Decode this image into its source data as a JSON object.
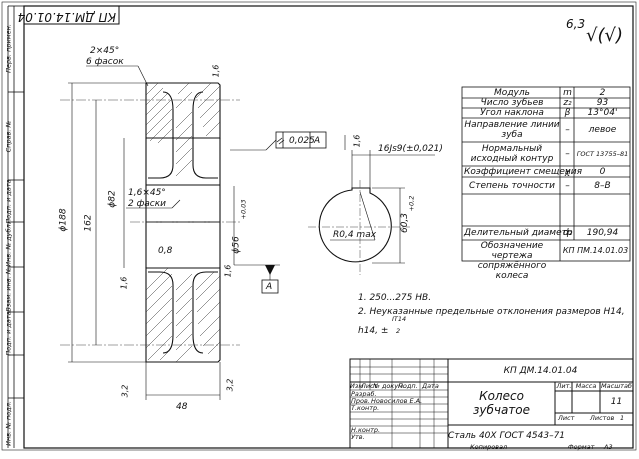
{
  "doc_code_top": "КП ДМ.14.01.04",
  "roughness": "6,3",
  "roughness_symbol": "√(√)",
  "dimensions": {
    "chamfer_count": "2×45°",
    "chamfer_count_note": "6 фасок",
    "rough_1_6_top": "1,6",
    "tolerance": "0,025",
    "datum_ref": "A",
    "dia_188": "ϕ188",
    "dia_162": "162",
    "dia_82": "ϕ82",
    "chamfer_small": "1,6×45°",
    "chamfer_small_note": "2 фаски",
    "dia_56": "ϕ56",
    "dia_56_tol": "+0,03",
    "fillet": "0,8",
    "rough_1_6_left": "1,6",
    "rough_1_6_hub": "1,6",
    "datum_label": "A",
    "rough_3_2_left": "3,2",
    "rough_3_2_right": "3,2",
    "width_48": "48",
    "keyway_width": "16Js9(±0,021)",
    "keyway_rough": "1,6",
    "keyway_depth": "60,3",
    "keyway_depth_tol": "+0,2",
    "radius": "R0,4 max"
  },
  "params_table": [
    {
      "name": "Модуль",
      "sym": "m",
      "val": "2"
    },
    {
      "name": "Число зубьев",
      "sym": "z₂",
      "val": "93"
    },
    {
      "name": "Угол наклона",
      "sym": "β",
      "val": "13°04'"
    },
    {
      "name": "Направление линии зуба",
      "sym": "–",
      "val": "левое"
    },
    {
      "name": "Нормальный исходный контур",
      "sym": "–",
      "val": "ГОСТ 13755–81"
    },
    {
      "name": "Коэффициент смещения",
      "sym": "χ",
      "val": "0"
    },
    {
      "name": "Степень точности",
      "sym": "–",
      "val": "8–В"
    },
    {
      "name": "",
      "sym": "",
      "val": ""
    },
    {
      "name": "Делительный диаметр",
      "sym": "d₂",
      "val": "190,94"
    },
    {
      "name": "Обозначение чертежа сопряжённого колеса",
      "sym": "",
      "val": "КП ПМ.14.01.03"
    }
  ],
  "notes": {
    "n1": "1. 250...275 HB.",
    "n2": "2. Неуказанные предельные отклонения размеров H14,",
    "n2b": "h14, ±",
    "n2c": "IT14",
    "n2d": "2"
  },
  "title_block": {
    "doc_code": "КП ДМ.14.01.04",
    "part_name_1": "Колесо",
    "part_name_2": "зубчатое",
    "material": "Сталь 40Х ГОСТ 4543–71",
    "h_izm": "Изм",
    "h_list": "Лист",
    "h_doc": "№ докум.",
    "h_sign": "Подп.",
    "h_date": "Дата",
    "r_razrab": "Разраб.",
    "r_prov": "Пров.",
    "r_tkontr": "Т.контр.",
    "r_nkontr": "Н.контр.",
    "r_utv": "Утв.",
    "prov_name": "Новосилов Е.А.",
    "lit": "Лит.",
    "mass": "Масса",
    "scale": "Масштаб",
    "scale_val": "11",
    "sheet": "Лист",
    "sheets": "Листов",
    "sheets_val": "1",
    "copied": "Копировал",
    "format": "Формат",
    "format_val": "А3"
  },
  "side_strip": [
    "Перв. примен.",
    "Справ. №",
    "Подп. и дата",
    "Инв. № дубл.",
    "Взам. инв. №",
    "Подп. и дата",
    "Инв. № подл."
  ]
}
